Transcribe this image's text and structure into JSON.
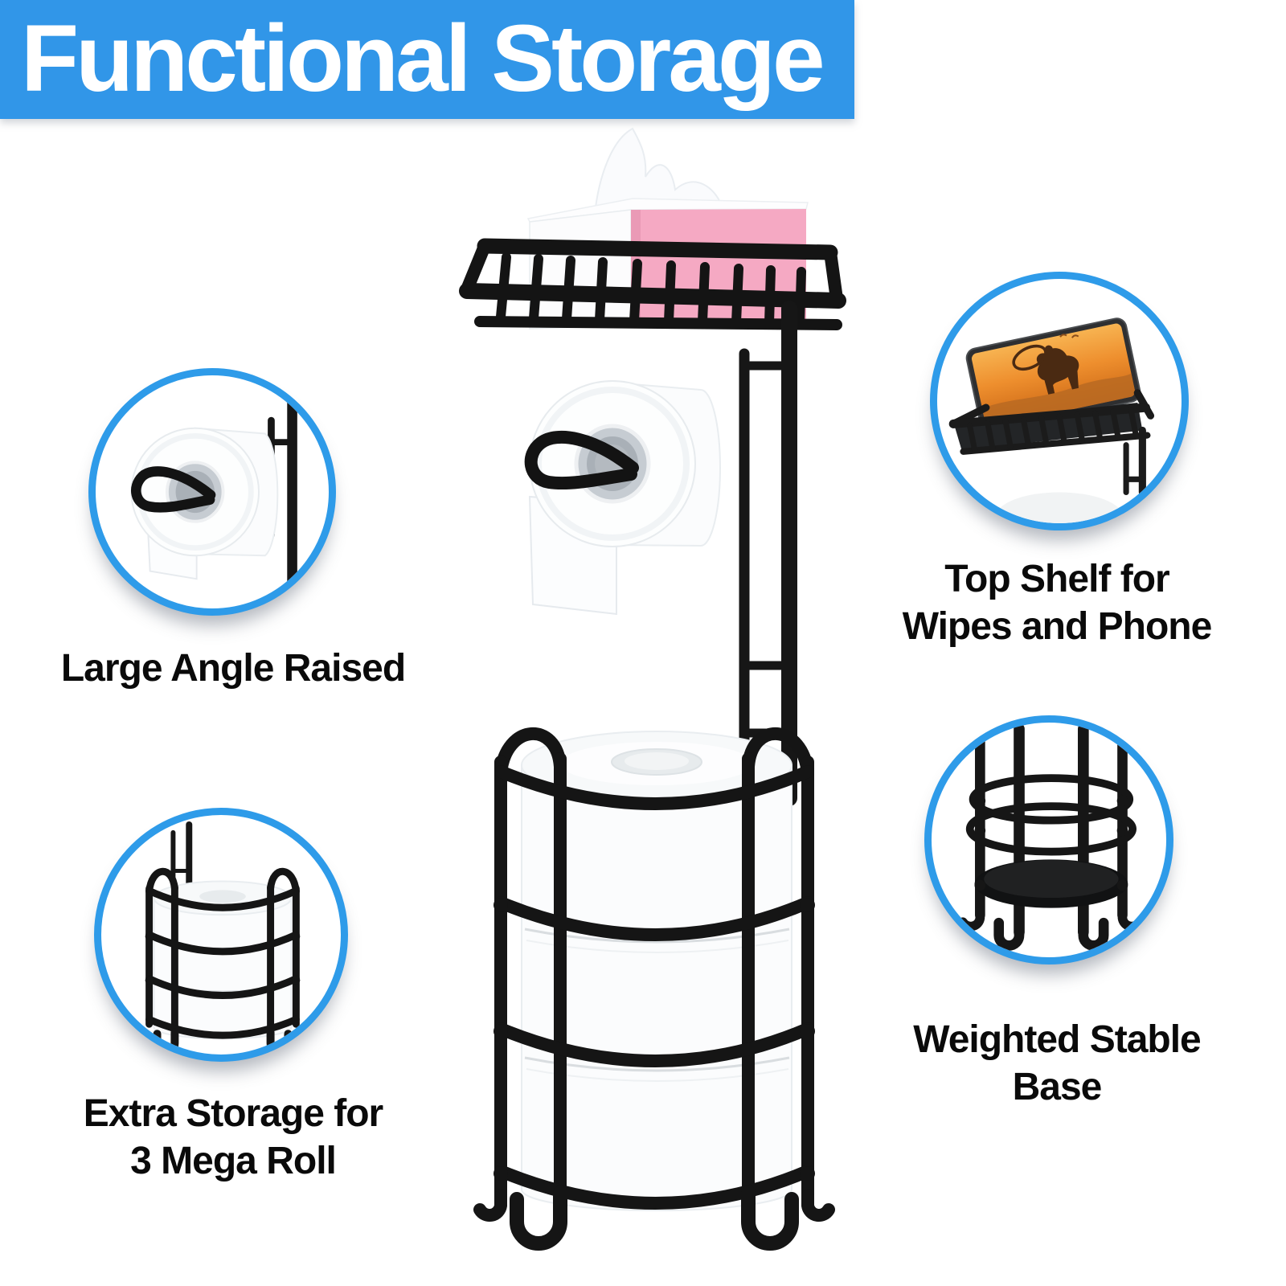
{
  "header": {
    "title": "Functional Storage"
  },
  "callouts": {
    "large_angle": {
      "label": "Large Angle Raised",
      "image": "toilet-roll-on-holder-closeup"
    },
    "top_shelf": {
      "line1": "Top Shelf for",
      "line2": "Wipes and Phone",
      "image": "top-shelf-with-phone-closeup"
    },
    "extra_storage": {
      "line1": "Extra Storage for",
      "line2": "3 Mega Roll",
      "image": "three-roll-reserve-closeup"
    },
    "weighted_base": {
      "line1": "Weighted Stable",
      "line2": "Base",
      "image": "weighted-base-closeup"
    }
  },
  "product": {
    "name": "toilet-paper-holder-stand-with-shelf",
    "parts": {
      "top_shelf_basket": "wire-basket-shelf",
      "tissue_box": "pink-tissue-box",
      "spare_roll": "toilet-roll-on-holder-arm",
      "reserve_cage": "three-mega-roll-storage-cage",
      "base": "weighted-base-with-feet"
    }
  },
  "colors": {
    "banner_blue": "#3196E8",
    "circle_border_blue": "#2E9BE9",
    "banner_text": "#FFFFFF",
    "label_text": "#0A0A0A",
    "tissue_box_pink": "#F5A9C3",
    "metal_black": "#151515",
    "paper_white": "#FCFDFE",
    "phone_screen_orange": "#EE8F2E"
  }
}
